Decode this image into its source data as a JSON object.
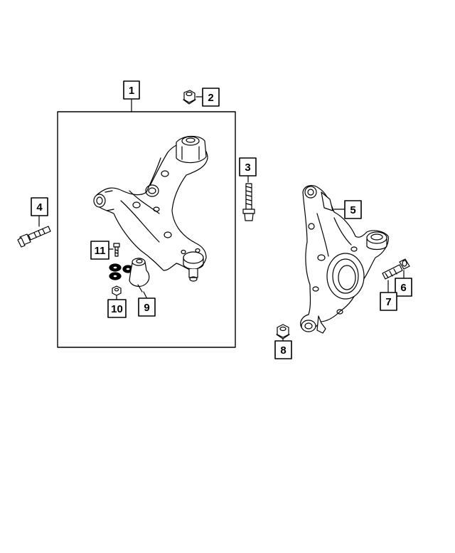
{
  "callouts": {
    "c1": "1",
    "c2": "2",
    "c3": "3",
    "c4": "4",
    "c5": "5",
    "c6": "6",
    "c7": "7",
    "c8": "8",
    "c9": "9",
    "c10": "10",
    "c11": "11"
  },
  "colors": {
    "line": "#000000",
    "background": "#ffffff",
    "part_fill": "#ffffff",
    "shade": "#e6e6e6"
  }
}
